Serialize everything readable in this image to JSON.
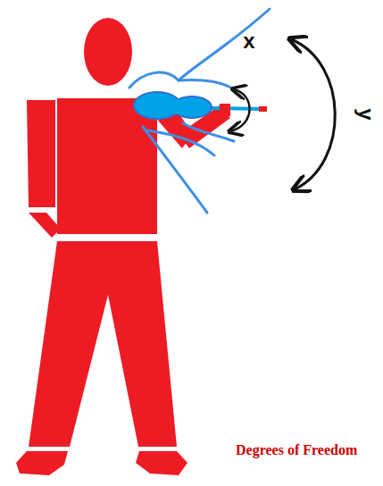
{
  "diagram": {
    "caption": "Degrees of Freedom",
    "labels": [
      "x",
      "y"
    ]
  }
}
